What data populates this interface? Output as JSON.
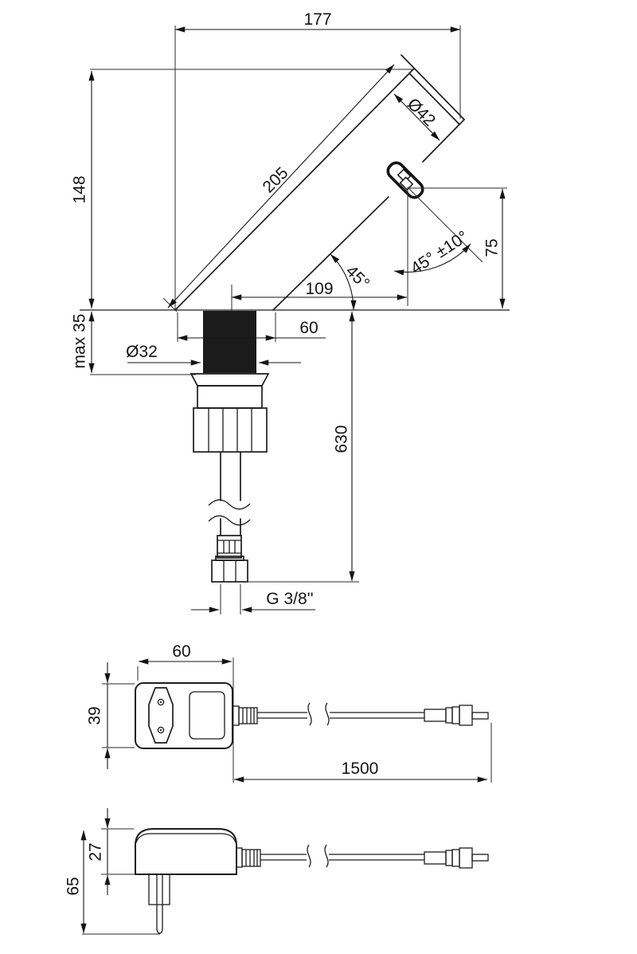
{
  "drawing": {
    "faucet": {
      "dim_width_top": "177",
      "dim_height": "148",
      "dim_body_length": "205",
      "dim_body_diameter": "Ø42",
      "dim_stream_angle_tolerance": "45° ±10°",
      "dim_outlet_height": "75",
      "dim_body_angle": "45°",
      "dim_outlet_reach": "109",
      "dim_base_width": "60",
      "dim_max_deck_thickness": "max 35",
      "dim_shank_diameter": "Ø32",
      "dim_hose_length": "630",
      "dim_thread_label": "G 3/8''"
    },
    "adapter_top_view": {
      "dim_width": "60",
      "dim_depth": "39",
      "dim_cable_length": "1500"
    },
    "adapter_side_view": {
      "dim_body_height": "27",
      "dim_total_height": "65"
    }
  }
}
